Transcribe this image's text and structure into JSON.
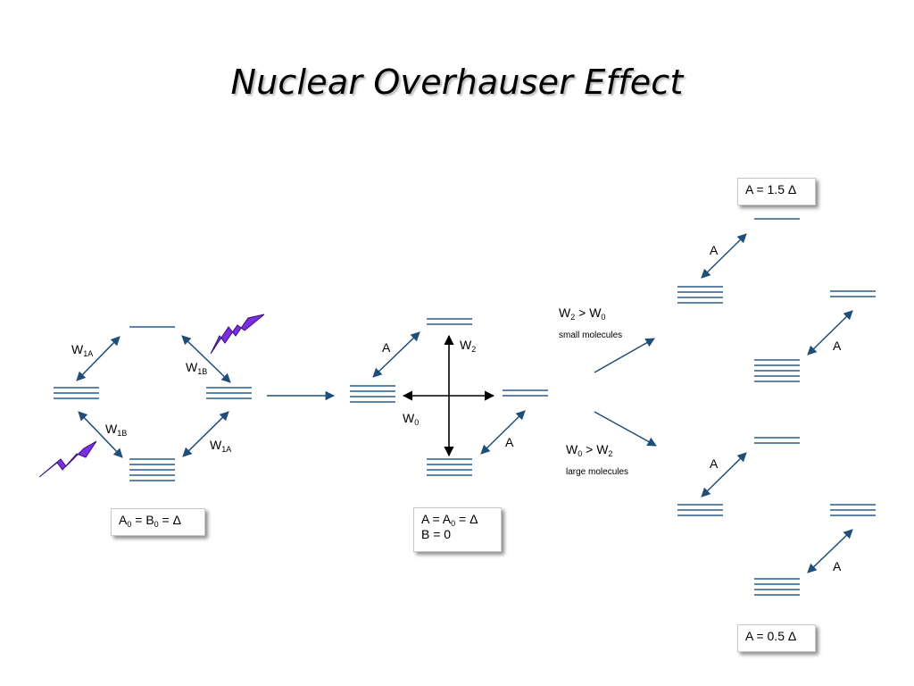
{
  "title": "Nuclear Overhauser Effect",
  "colors": {
    "level_line": "#2b5b8c",
    "arrow": "#1f4e79",
    "bolt": "#7b2fe0",
    "bolt_edge": "#3a0c80"
  },
  "left_diagram": {
    "w1a_top": {
      "main": "W",
      "sub": "1A"
    },
    "w1b_top": {
      "main": "W",
      "sub": "1B"
    },
    "w1b_bottom": {
      "main": "W",
      "sub": "1B"
    },
    "w1a_bottom": {
      "main": "W",
      "sub": "1A"
    },
    "box": {
      "a": "A",
      "a_sub": "0",
      "eq1": " = B",
      "b_sub": "0",
      "eq2": " = ",
      "delta": "Δ"
    }
  },
  "middle_diagram": {
    "a_upper": "A",
    "a_lower": "A",
    "w2": {
      "main": "W",
      "sub": "2"
    },
    "w0": {
      "main": "W",
      "sub": "0"
    },
    "box": {
      "line1_a": "A = A",
      "line1_sub": "0",
      "line1_b": " = ",
      "line1_delta": "Δ",
      "line2": "B = 0"
    }
  },
  "branches": {
    "small": {
      "w2": "W",
      "w2_sub": "2",
      "gt": " > W",
      "w0_sub": "0",
      "caption": "small molecules"
    },
    "large": {
      "w0": "W",
      "w0_sub": "0",
      "gt": " > W",
      "w2_sub": "2",
      "caption": "large molecules"
    }
  },
  "right_top": {
    "box": "A = 1.5 ",
    "delta": "Δ",
    "a_upper": "A",
    "a_lower": "A"
  },
  "right_bottom": {
    "box": "A = 0.5 ",
    "delta": "Δ",
    "a_upper": "A",
    "a_lower": "A"
  }
}
